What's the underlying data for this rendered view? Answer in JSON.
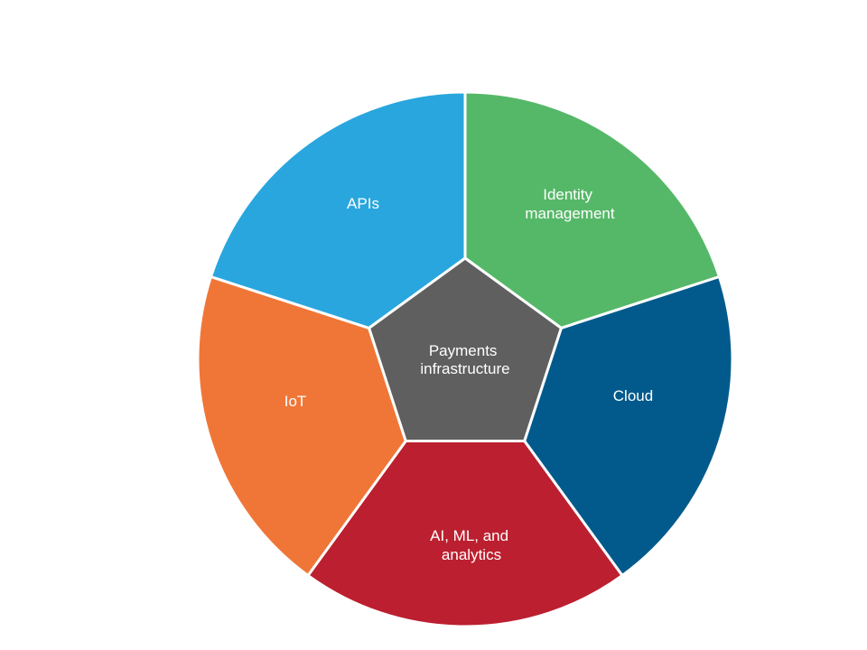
{
  "diagram": {
    "center": {
      "lines": [
        "Payments",
        "infrastructure"
      ],
      "color": "#5f5f5f"
    },
    "segments": [
      {
        "id": "identity",
        "lines": [
          "Identity",
          "management"
        ],
        "color": "#55b868"
      },
      {
        "id": "cloud",
        "lines": [
          "Cloud"
        ],
        "color": "#025a8c"
      },
      {
        "id": "ai-ml",
        "lines": [
          "AI, ML, and",
          "analytics"
        ],
        "color": "#bc1f2f"
      },
      {
        "id": "iot",
        "lines": [
          "IoT"
        ],
        "color": "#f07637"
      },
      {
        "id": "apis",
        "lines": [
          "APIs"
        ],
        "color": "#29a6de"
      }
    ]
  }
}
